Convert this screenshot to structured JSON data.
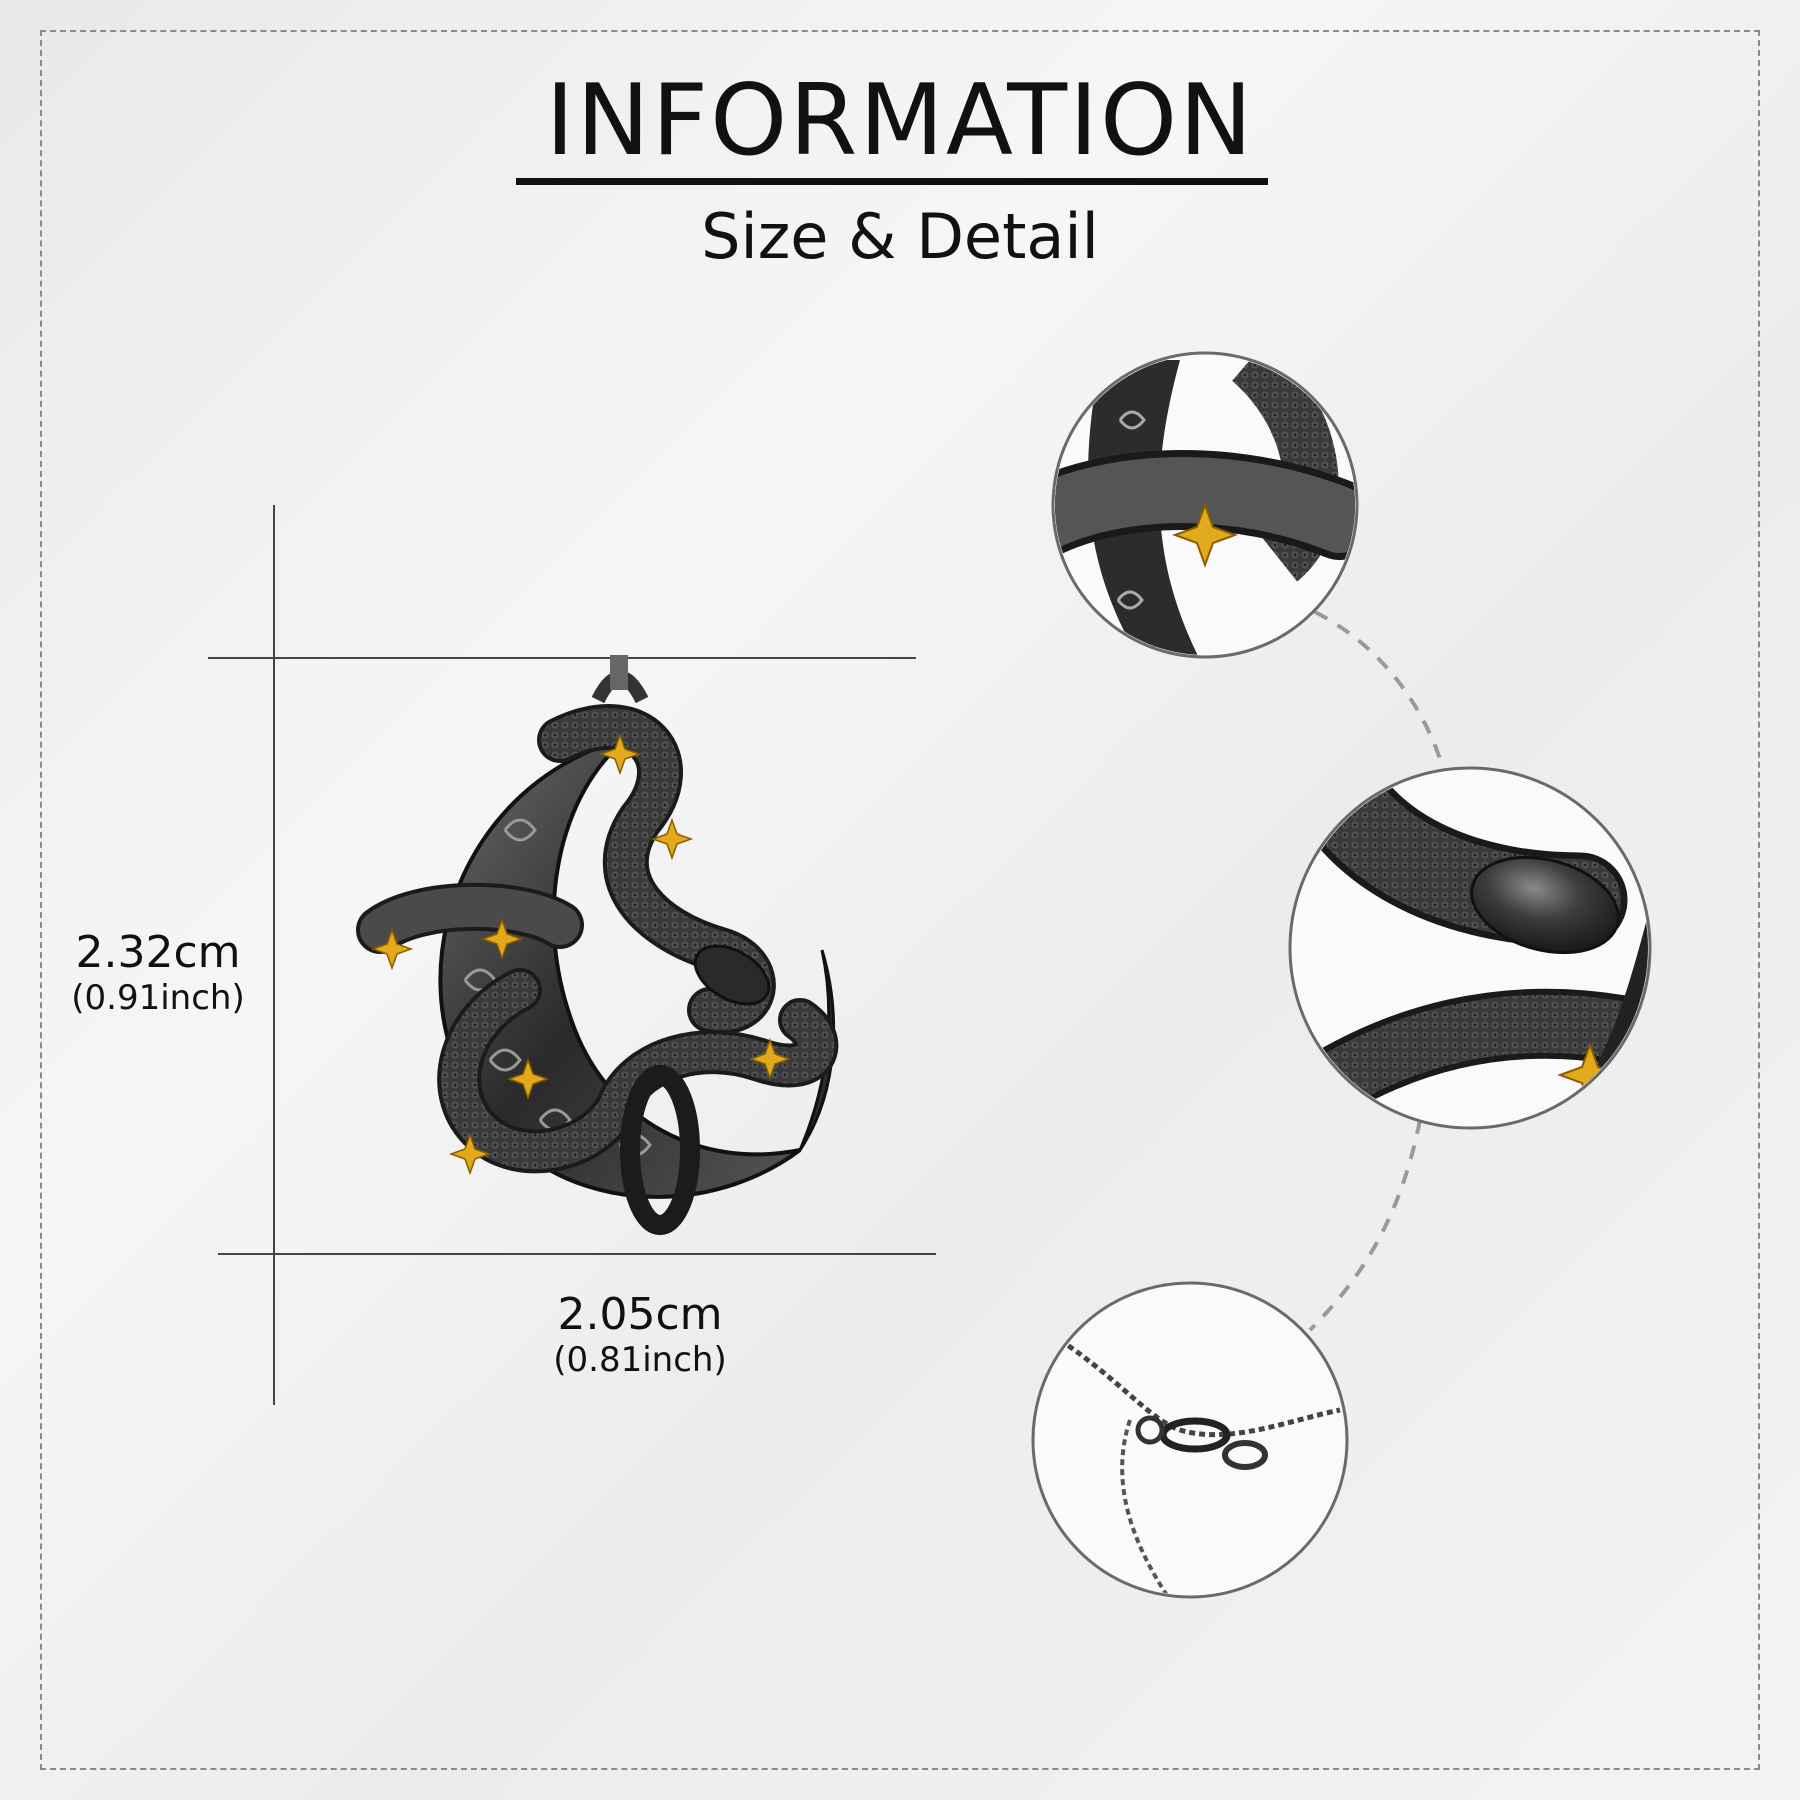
{
  "header": {
    "title": "INFORMATION",
    "subtitle": "Size & Detail"
  },
  "dimensions": {
    "height": {
      "metric": "2.32cm",
      "imperial": "(0.91inch)"
    },
    "width": {
      "metric": "2.05cm",
      "imperial": "(0.81inch)"
    }
  },
  "details": [
    {
      "name": "moon-snake-closeup"
    },
    {
      "name": "snake-head-closeup"
    },
    {
      "name": "chain-clasp-closeup"
    }
  ],
  "colors": {
    "background": "#f0f0f0",
    "metal": "#3a3a3a",
    "gold": "#e3a91c",
    "frame": "#8a8a8a",
    "connector": "#9a9a9a"
  }
}
